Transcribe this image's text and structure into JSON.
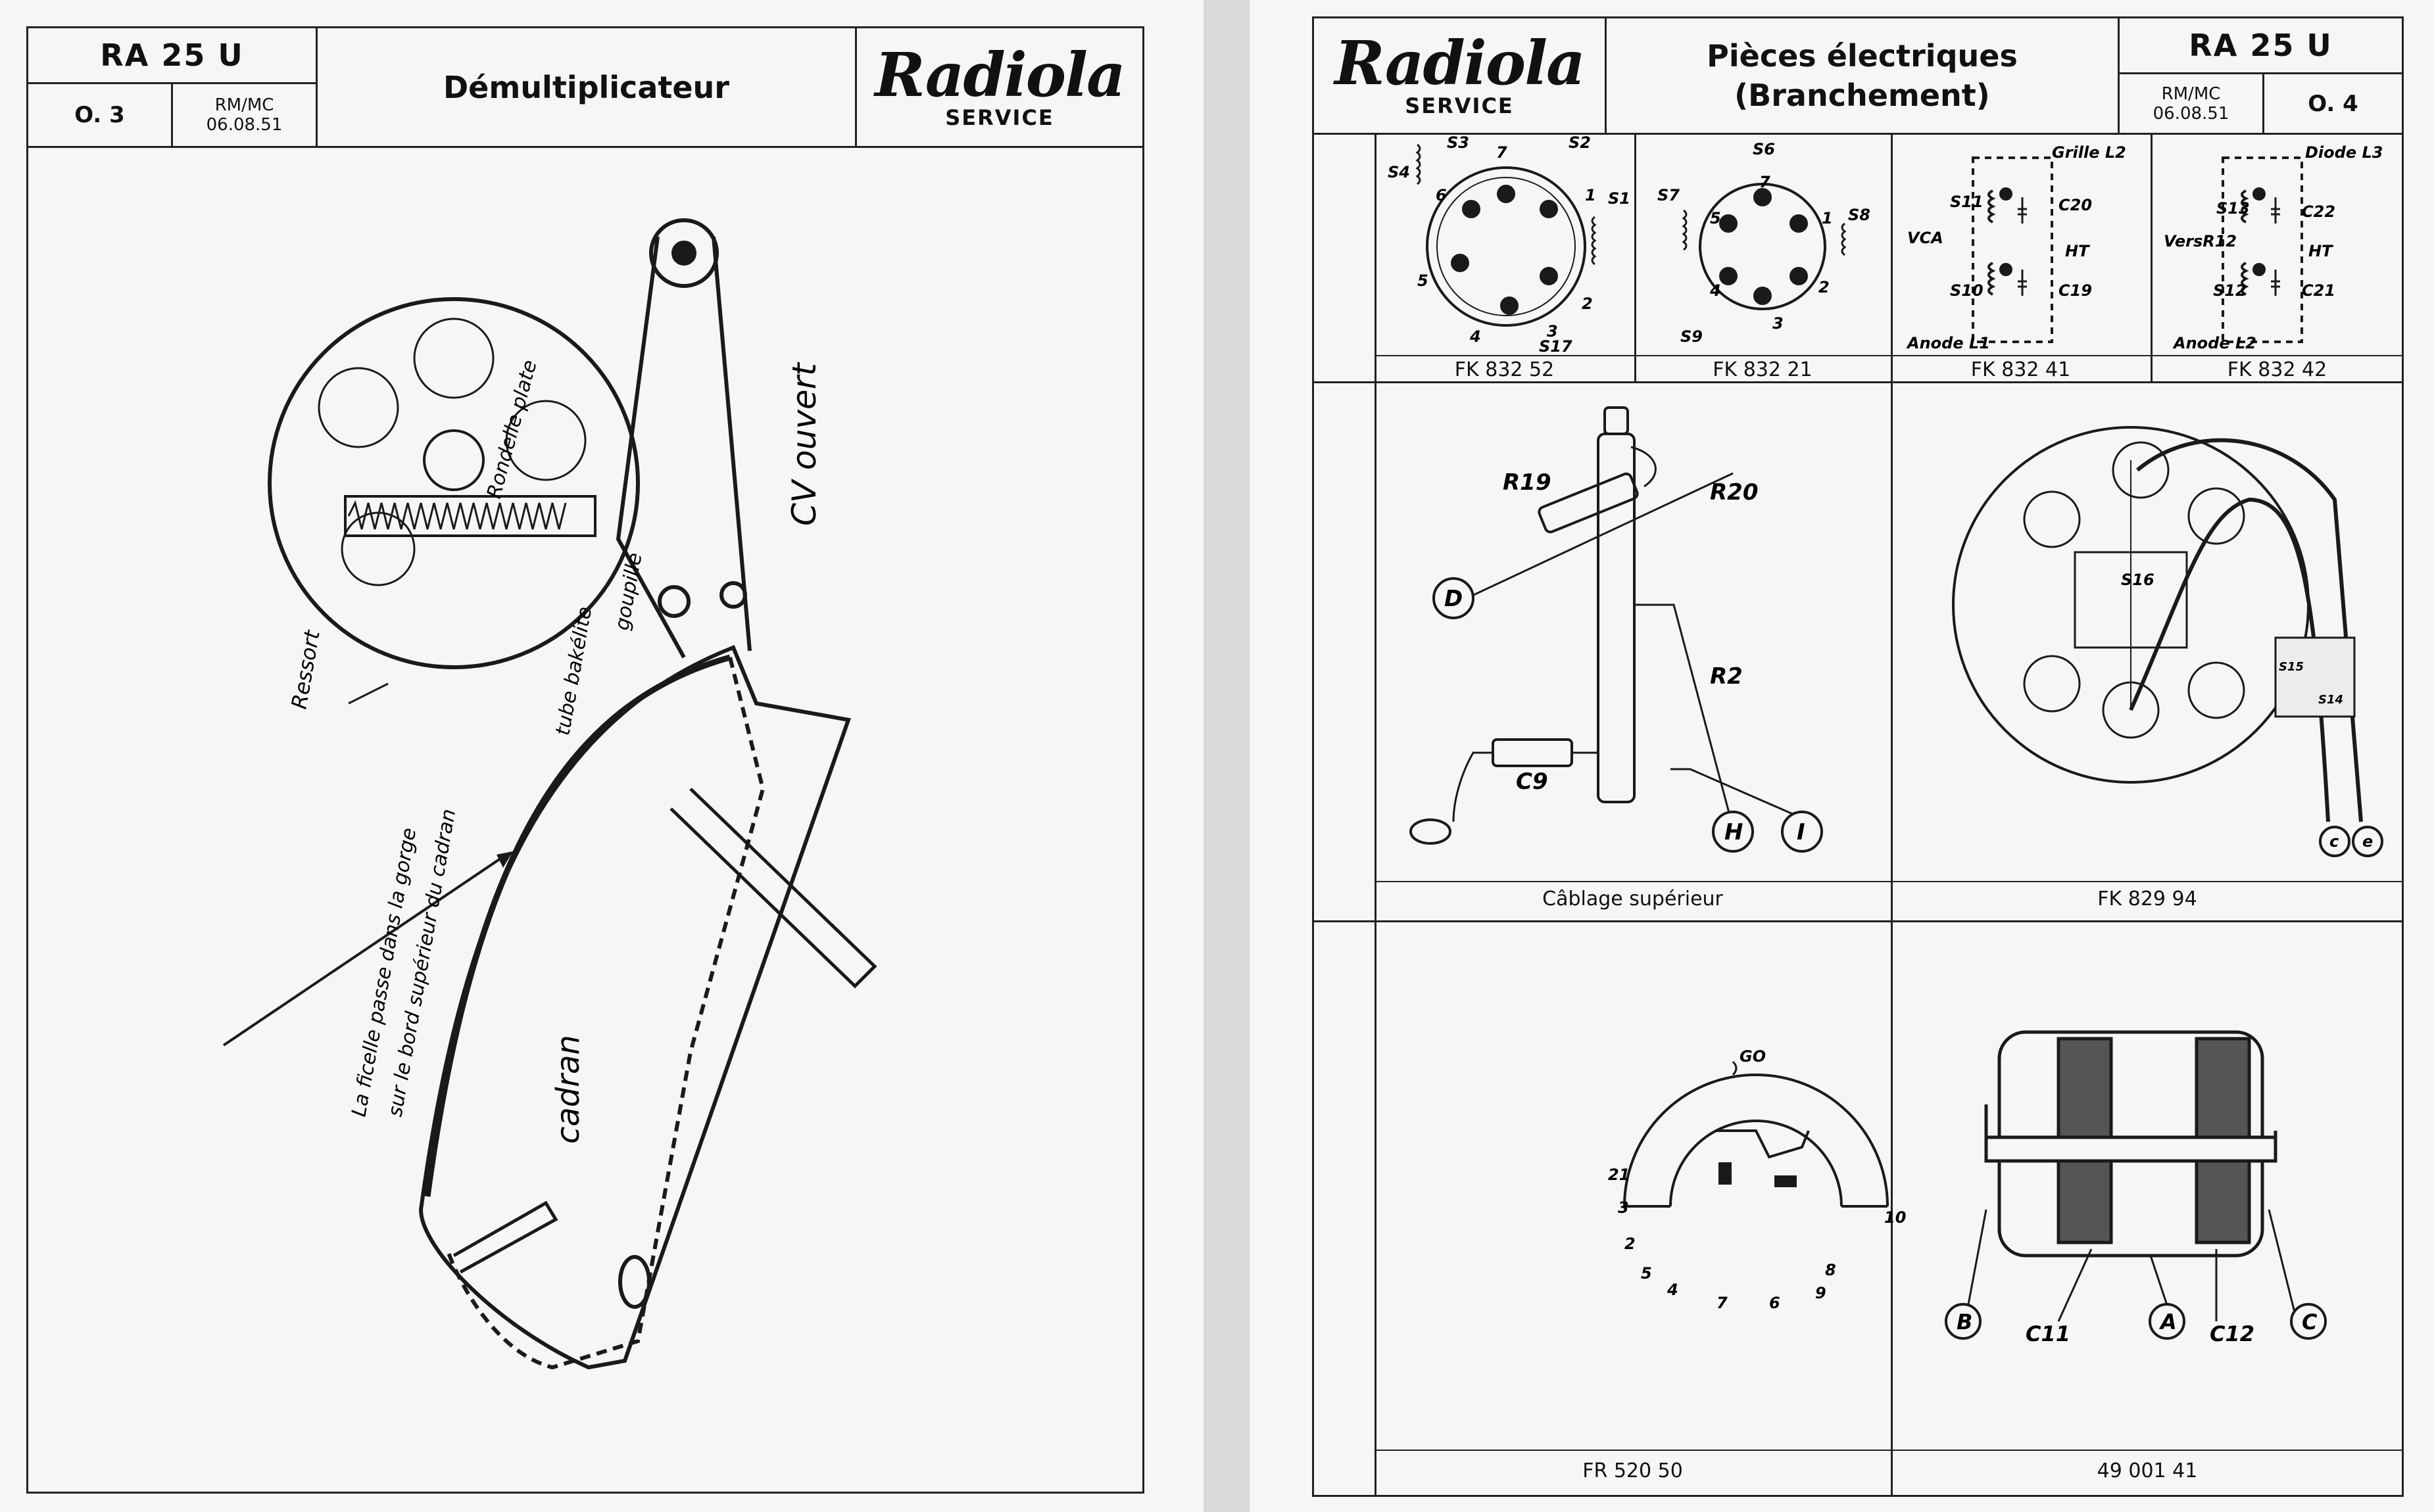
{
  "left_page": {
    "model": "RA 25 U",
    "folio": "O. 3",
    "author": "RM/MC",
    "date": "06.08.51",
    "title": "Démultiplicateur",
    "brand": "Radiola",
    "service": "SERVICE",
    "labels": {
      "rondelle": "Rondelle plate",
      "cv": "CV ouvert",
      "ressort": "Ressort",
      "tube": "tube bakélite",
      "goupille": "goupille",
      "ficelle_1": "La ficelle passe dans la gorge",
      "ficelle_2": "sur le bord supérieur du cadran",
      "cadran": "cadran"
    }
  },
  "right_page": {
    "brand": "Radiola",
    "service": "SERVICE",
    "title_line1": "Pièces électriques",
    "title_line2": "(Branchement)",
    "model": "RA 25 U",
    "author": "RM/MC",
    "date": "06.08.51",
    "folio": "O. 4",
    "captions": {
      "fk83252": "FK 832 52",
      "fk83221": "FK 832 21",
      "fk83241": "FK 832 41",
      "fk83242": "FK 832 42",
      "cablage": "Câblage supérieur",
      "fk82994": "FK 829 94",
      "fr52050": "FR 520 50",
      "n4900141": "49 001 41"
    },
    "coil1": {
      "s3": "S3",
      "s2": "S2",
      "s4": "S4",
      "s1": "S1",
      "s17": "S17",
      "p7": "7",
      "p6": "6",
      "p1": "1",
      "p5": "5",
      "p2": "2",
      "p4": "4",
      "p3": "3"
    },
    "coil2": {
      "s6": "S6",
      "s7": "S7",
      "s8": "S8",
      "s9": "S9",
      "p7": "7",
      "p5": "5",
      "p1": "1",
      "p4": "4",
      "p2": "2",
      "p3": "3"
    },
    "coil3": {
      "grille": "Grille L2",
      "s11": "S11",
      "c20": "C20",
      "vca": "VCA",
      "ht": "HT",
      "s10": "S10",
      "c19": "C19",
      "anode": "Anode L1"
    },
    "coil4": {
      "diode": "Diode L3",
      "s13": "S13",
      "c22": "C22",
      "vers": "VersR12",
      "ht": "HT",
      "s12": "S12",
      "c21": "C21",
      "anode": "Anode L2"
    },
    "cablage": {
      "r19": "R19",
      "r20": "R20",
      "d": "D",
      "r2": "R2",
      "c9": "C9",
      "h": "H",
      "i": "I"
    },
    "fk82994": {
      "s16": "S16",
      "s15": "S15",
      "s14": "S14",
      "c": "c",
      "e": "e"
    },
    "fr52050": {
      "go": "GO",
      "n21": "21",
      "n3": "3",
      "n2": "2",
      "n5": "5",
      "n4": "4",
      "n7": "7",
      "n6": "6",
      "n9": "9",
      "n8": "8",
      "n10": "10"
    },
    "n4900141": {
      "b": "B",
      "c11": "C11",
      "a": "A",
      "c12": "C12",
      "c": "C"
    }
  }
}
